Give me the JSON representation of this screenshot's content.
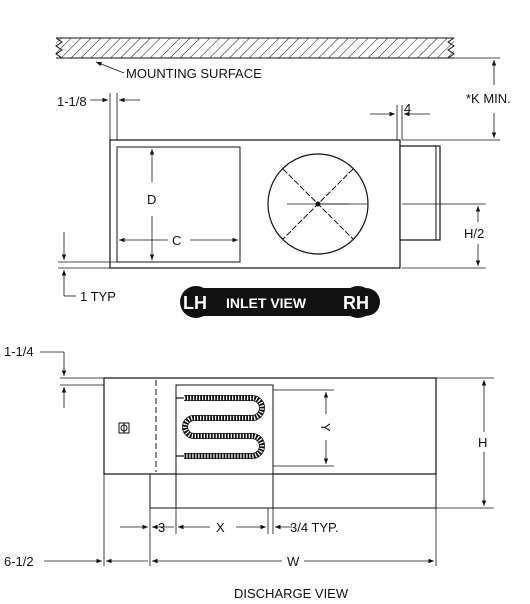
{
  "mounting_surface": "MOUNTING SURFACE",
  "k_min": "*K  MIN.",
  "dim_1_1_8": "1-1/8",
  "dim_4": "4",
  "dim_d": "D",
  "dim_c": "C",
  "dim_h_half": "H/2",
  "dim_1_typ": "1 TYP",
  "inlet": {
    "lh": "LH",
    "title": "INLET VIEW",
    "rh": "RH"
  },
  "dim_1_1_4": "1-1/4",
  "dim_y": "Y",
  "dim_h": "H",
  "dim_3": "3",
  "dim_x": "X",
  "dim_3_4_typ": "3/4 TYP.",
  "dim_6_1_2": "6-1/2",
  "dim_w": "W",
  "discharge_title": "DISCHARGE VIEW"
}
